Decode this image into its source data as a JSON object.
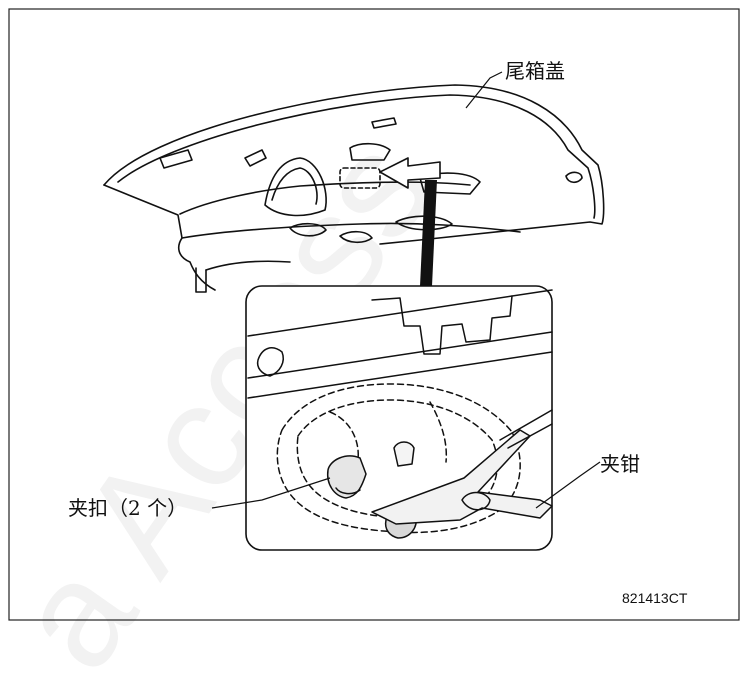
{
  "labels": {
    "trunk_lid": "尾箱盖",
    "pliers": "夹钳",
    "clips": "夹扣（2 个）"
  },
  "figure_code": "821413CT",
  "watermark": "a Access"
}
